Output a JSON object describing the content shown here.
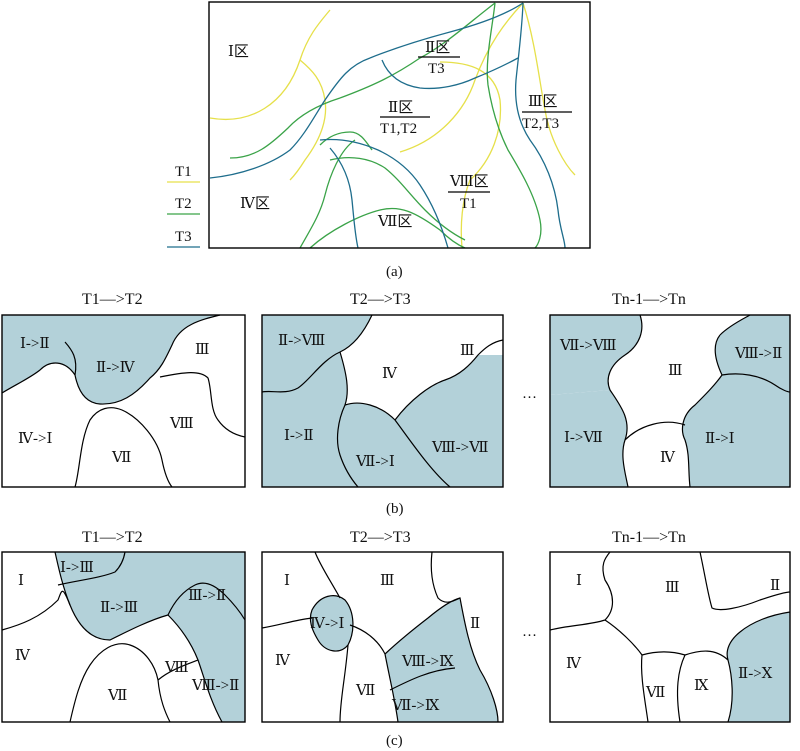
{
  "colors": {
    "T1": "#e6e04a",
    "T2": "#3aa348",
    "T3": "#1e6d8c",
    "shade": "#b3d1d9"
  },
  "panel_a": {
    "caption": "(a)",
    "legend": [
      "T1",
      "T2",
      "T3"
    ],
    "regions": {
      "r1": "Ⅰ区",
      "r2_top_num": "Ⅱ区",
      "r2_top_den": "T3",
      "r2_mid_num": "Ⅱ区",
      "r2_mid_den": "T1,T2",
      "r3_num": "Ⅲ区",
      "r3_den": "T2,T3",
      "r4": "Ⅳ区",
      "r7": "Ⅶ区",
      "r8_num": "Ⅷ区",
      "r8_den": "T1"
    }
  },
  "panel_b": {
    "caption": "(b)",
    "ellipsis": "···",
    "titles": [
      "T1—>T2",
      "T2—>T3",
      "Tn-1—>Tn"
    ],
    "m1": [
      "Ⅰ->Ⅱ",
      "Ⅱ->Ⅳ",
      "Ⅲ",
      "Ⅳ->Ⅰ",
      "Ⅶ",
      "Ⅷ"
    ],
    "m2": [
      "Ⅱ->Ⅷ",
      "Ⅳ",
      "Ⅲ",
      "Ⅰ->Ⅱ",
      "Ⅶ->Ⅰ",
      "Ⅷ->Ⅶ"
    ],
    "m3": [
      "Ⅶ->Ⅷ",
      "Ⅲ",
      "Ⅷ->Ⅱ",
      "Ⅰ->Ⅶ",
      "Ⅱ->Ⅰ",
      "Ⅳ"
    ]
  },
  "panel_c": {
    "caption": "(c)",
    "ellipsis": "···",
    "titles": [
      "T1—>T2",
      "T2—>T3",
      "Tn-1—>Tn"
    ],
    "m1": [
      "Ⅰ",
      "Ⅰ->Ⅲ",
      "Ⅱ->Ⅲ",
      "Ⅲ->Ⅱ",
      "Ⅳ",
      "Ⅶ",
      "Ⅷ",
      "Ⅷ->Ⅱ"
    ],
    "m2": [
      "Ⅰ",
      "Ⅲ",
      "Ⅳ->Ⅰ",
      "Ⅱ",
      "Ⅳ",
      "Ⅶ",
      "Ⅷ->Ⅸ",
      "Ⅶ->Ⅸ"
    ],
    "m3": [
      "Ⅰ",
      "Ⅲ",
      "Ⅱ",
      "Ⅳ",
      "Ⅶ",
      "Ⅸ",
      "Ⅱ->Ⅹ"
    ]
  }
}
